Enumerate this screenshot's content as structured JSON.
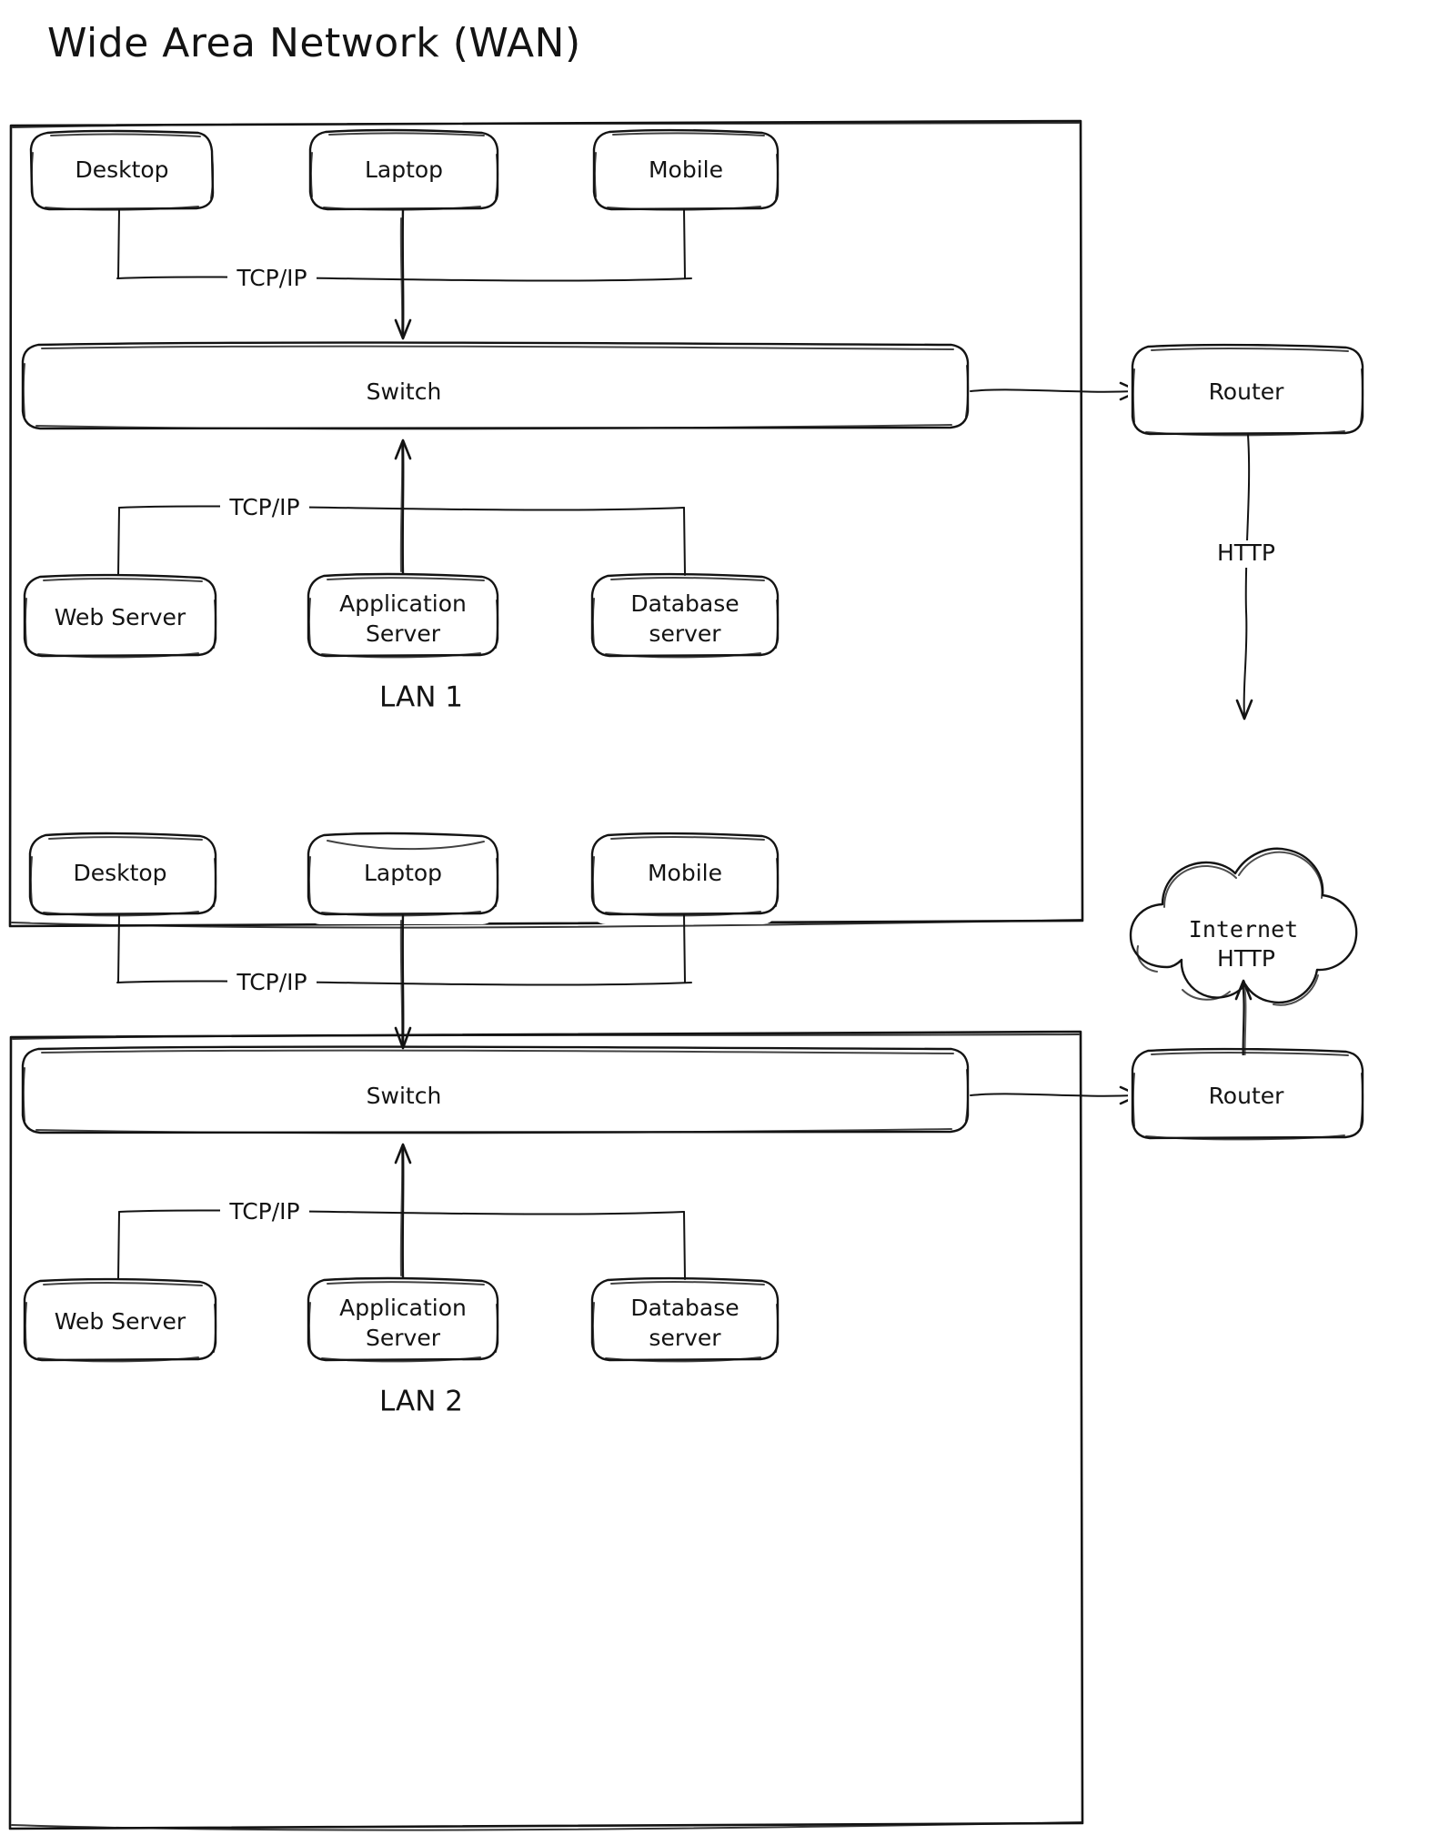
{
  "title": "Wide Area Network (WAN)",
  "diagram": {
    "type": "network-architecture",
    "style": "hand-drawn-sketch",
    "colors": {
      "stroke": "#131313",
      "background": "#ffffff",
      "fill": "#ffffff"
    },
    "groups": [
      {
        "id": "lan1",
        "label": "LAN 1",
        "clients": [
          {
            "id": "lan1-desktop",
            "label": "Desktop"
          },
          {
            "id": "lan1-laptop",
            "label": "Laptop"
          },
          {
            "id": "lan1-mobile",
            "label": "Mobile"
          }
        ],
        "switch": {
          "id": "lan1-switch",
          "label": "Switch"
        },
        "servers": [
          {
            "id": "lan1-web-server",
            "label": "Web Server"
          },
          {
            "id": "lan1-app-server",
            "label": "Application\nServer",
            "line1": "Application",
            "line2": "Server"
          },
          {
            "id": "lan1-db-server",
            "label": "Database\nserver",
            "line1": "Database",
            "line2": "server"
          }
        ],
        "edge_labels": {
          "clients_to_switch": "TCP/IP",
          "servers_to_switch": "TCP/IP"
        }
      },
      {
        "id": "lan2",
        "label": "LAN 2",
        "clients": [
          {
            "id": "lan2-desktop",
            "label": "Desktop"
          },
          {
            "id": "lan2-laptop",
            "label": "Laptop"
          },
          {
            "id": "lan2-mobile",
            "label": "Mobile"
          }
        ],
        "switch": {
          "id": "lan2-switch",
          "label": "Switch"
        },
        "servers": [
          {
            "id": "lan2-web-server",
            "label": "Web Server"
          },
          {
            "id": "lan2-app-server",
            "label": "Application\nServer",
            "line1": "Application",
            "line2": "Server"
          },
          {
            "id": "lan2-db-server",
            "label": "Database\nserver",
            "line1": "Database",
            "line2": "server"
          }
        ],
        "edge_labels": {
          "clients_to_switch": "TCP/IP",
          "servers_to_switch": "TCP/IP"
        }
      }
    ],
    "routers": [
      {
        "id": "router1",
        "label": "Router",
        "connects_from": "lan1-switch",
        "connects_to": "internet",
        "protocol": "HTTP"
      },
      {
        "id": "router2",
        "label": "Router",
        "connects_from": "lan2-switch",
        "connects_to": "internet",
        "protocol": "HTTP"
      }
    ],
    "cloud": {
      "id": "internet",
      "label": "Internet"
    },
    "protocol_labels": {
      "router1_to_internet": "HTTP",
      "router2_to_internet": "HTTP"
    }
  }
}
